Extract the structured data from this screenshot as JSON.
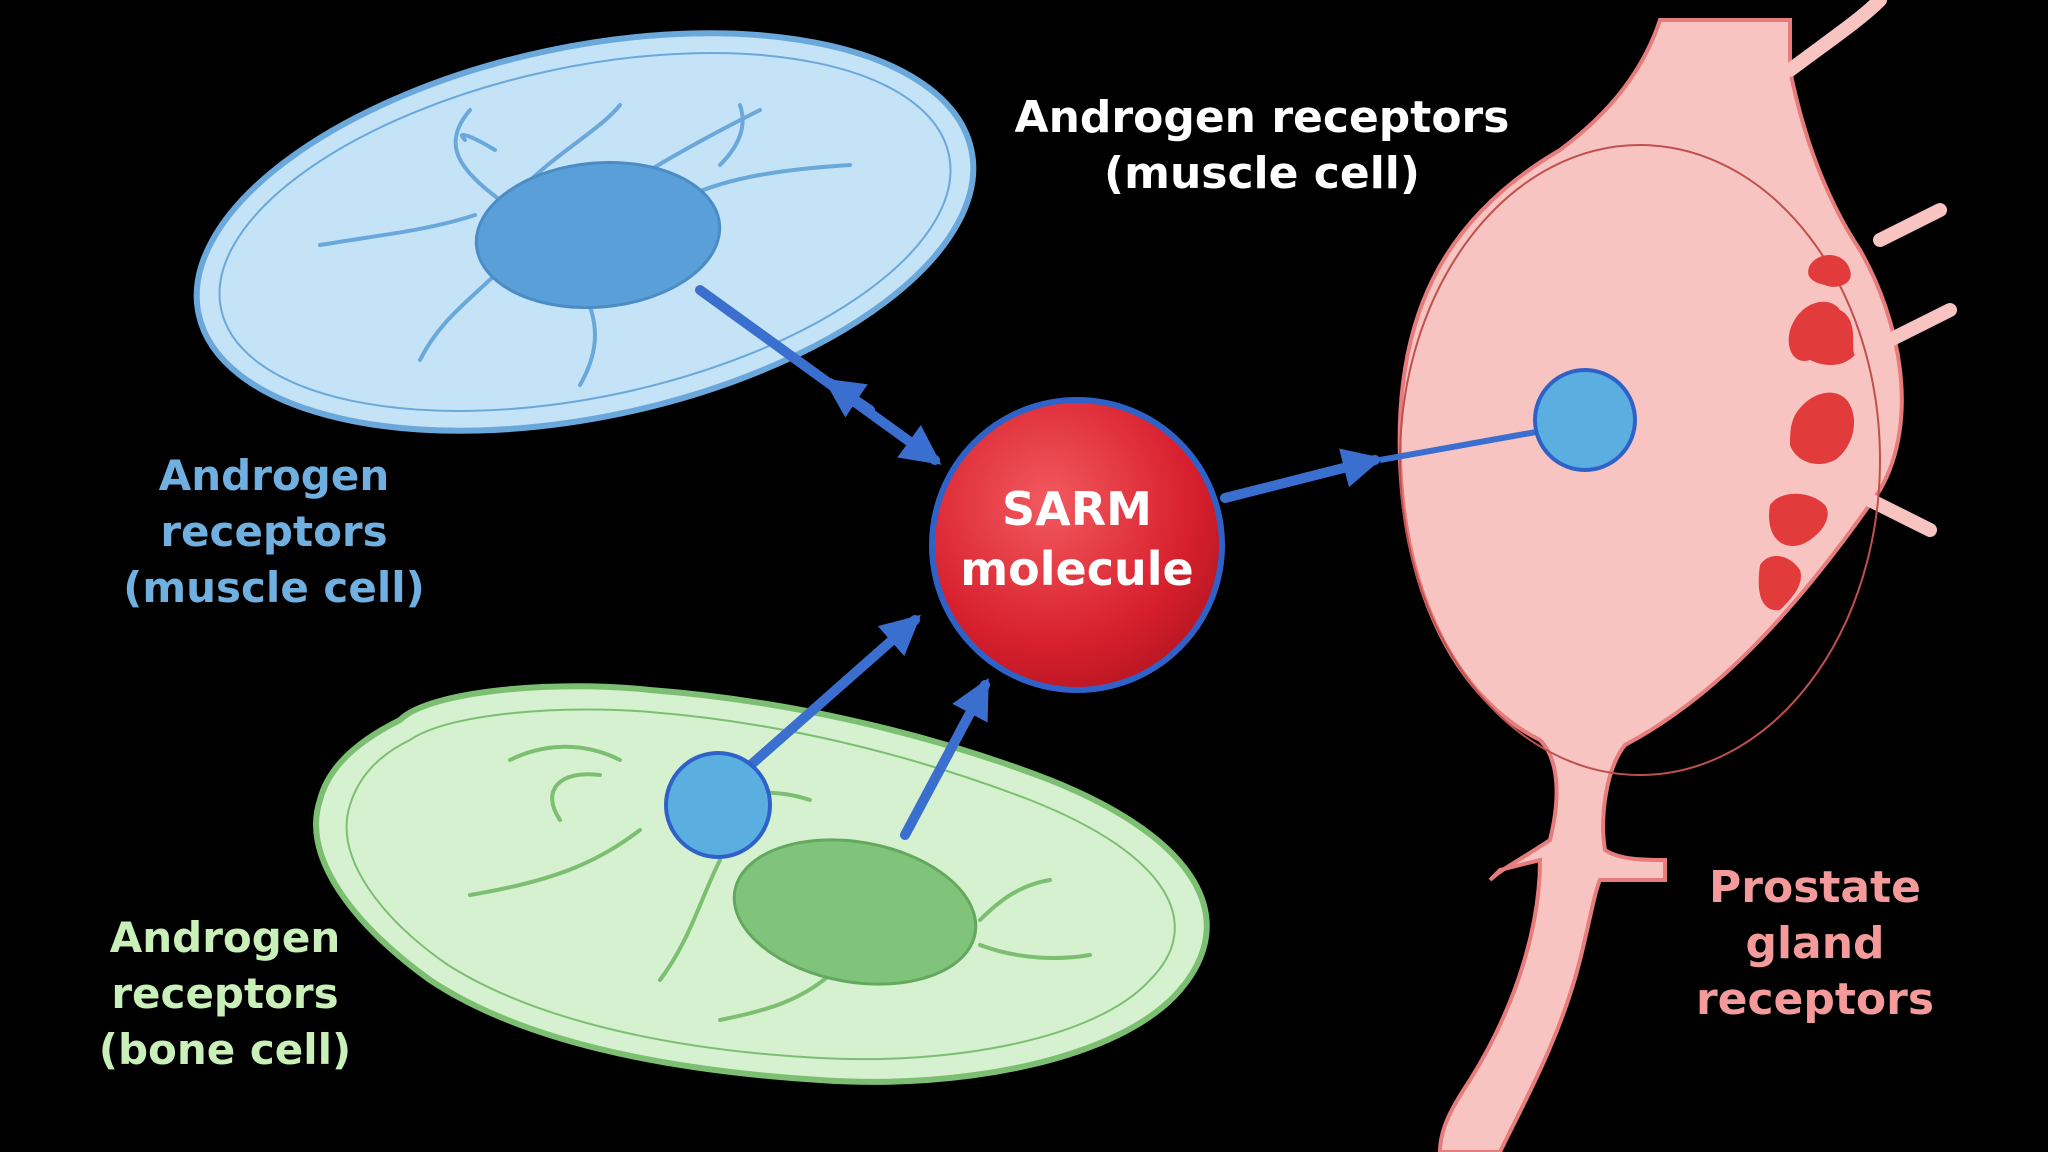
{
  "labels": {
    "top_label": {
      "line1": "Androgen receptors",
      "line2": "(muscle cell)",
      "color": "#ffffff"
    },
    "muscle_label": {
      "line1": "Androgen",
      "line2": "receptors",
      "line3": "(muscle cell)",
      "color": "#6fb0e0"
    },
    "bone_label": {
      "line1": "Androgen",
      "line2": "receptors",
      "line3": "(bone cell)",
      "color": "#c8f0b8"
    },
    "prostate_label": {
      "line1": "Prostate",
      "line2": "gland",
      "line3": "receptors",
      "color": "#f59a9a"
    },
    "sarm": {
      "line1": "SARM",
      "line2": "molecule"
    }
  },
  "colors": {
    "background": "#000000",
    "muscle_cell_fill": "#c4e3f6",
    "muscle_cell_stroke": "#6aa8dc",
    "muscle_nucleus": "#5b9fd8",
    "bone_cell_fill": "#d6f1cf",
    "bone_cell_stroke": "#7cbf72",
    "bone_nucleus": "#7fc47a",
    "prostate_fill": "#f8c4c2",
    "prostate_stroke": "#c0504d",
    "prostate_spots": "#e23b3b",
    "sarm_fill": "#d8202e",
    "sarm_stroke": "#2f62c8",
    "arrow": "#3a6fd0",
    "receptor_dot": "#5aaee0"
  }
}
